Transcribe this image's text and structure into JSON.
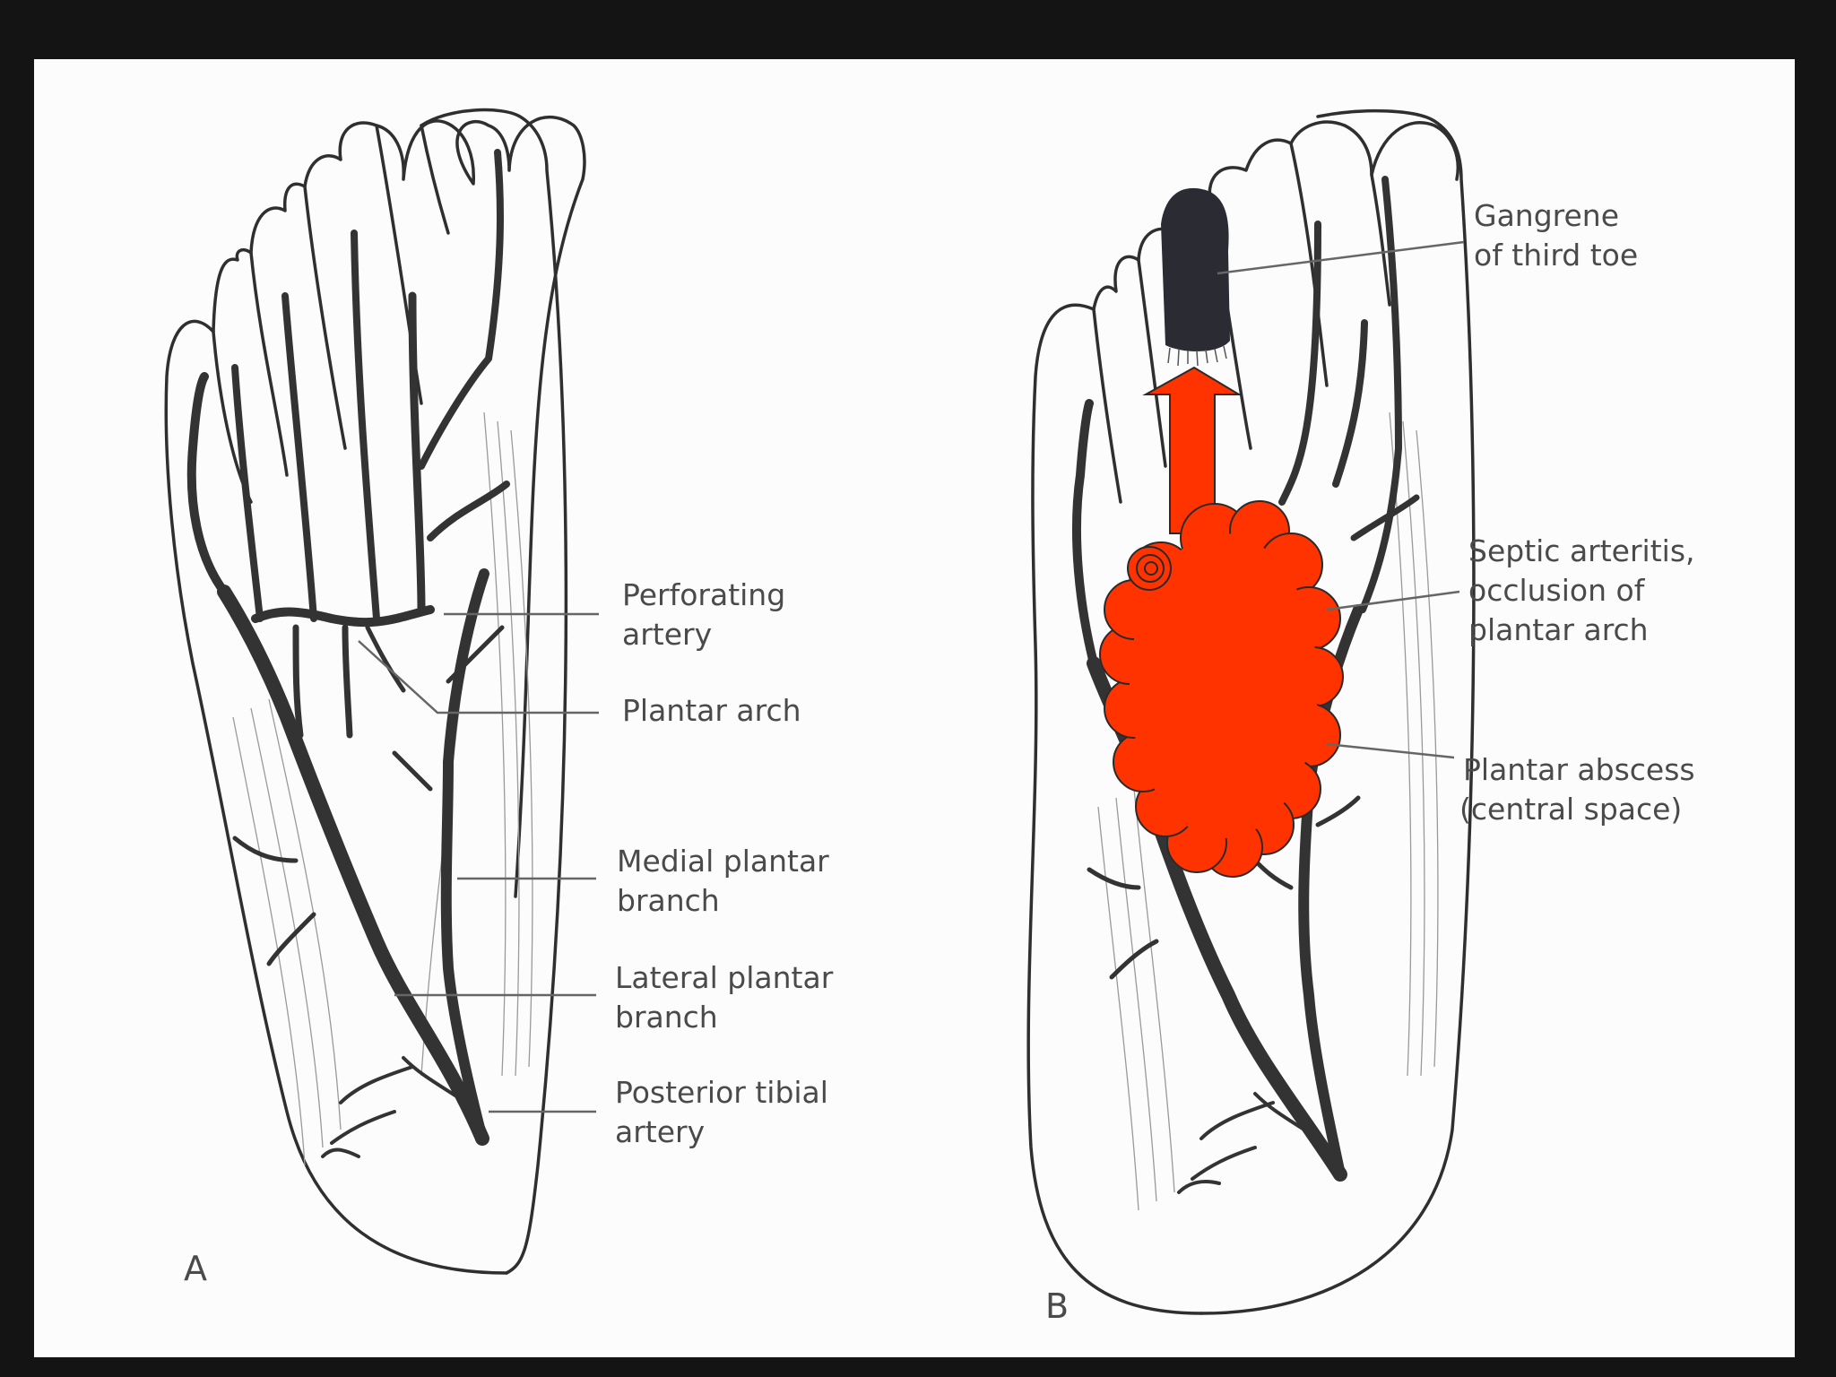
{
  "panels": {
    "a": {
      "letter": "A",
      "labels": {
        "perforating": [
          "Perforating",
          "artery"
        ],
        "plantar_arch": [
          "Plantar arch"
        ],
        "medial": [
          "Medial plantar",
          "branch"
        ],
        "lateral": [
          "Lateral plantar",
          "branch"
        ],
        "posterior": [
          "Posterior tibial",
          "artery"
        ]
      }
    },
    "b": {
      "letter": "B",
      "labels": {
        "gangrene": [
          "Gangrene",
          "of third toe"
        ],
        "septic": [
          "Septic arteritis,",
          "occlusion of",
          "plantar arch"
        ],
        "abscess": [
          "Plantar abscess",
          "(central space)"
        ]
      }
    }
  },
  "colors": {
    "slide_border": "#141414",
    "paper": "#fcfcfc",
    "vessel": "#333333",
    "abscess": "#ff3300",
    "gangrene": "#2b2b33"
  }
}
